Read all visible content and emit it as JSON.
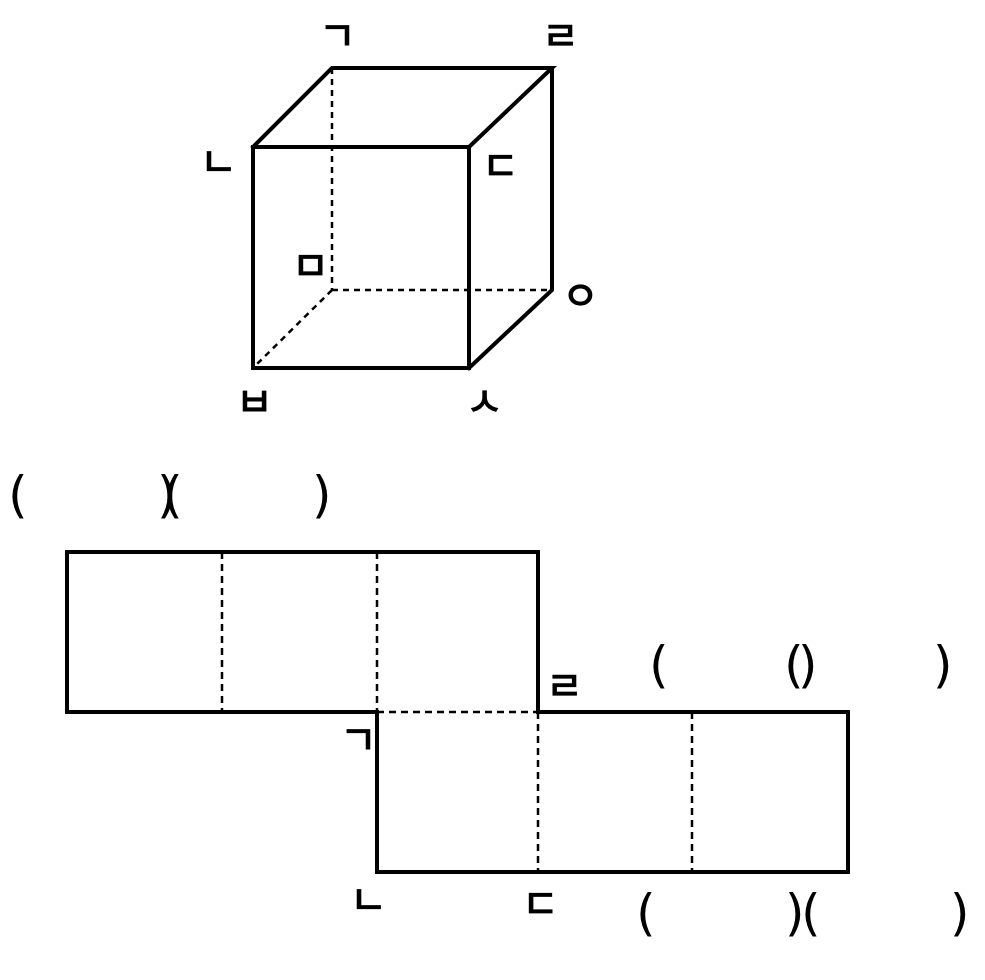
{
  "cube": {
    "vertices": {
      "top_back_left": "ㄱ",
      "top_front_left": "ㄴ",
      "top_front_right": "ㄷ",
      "top_back_right": "ㄹ",
      "bottom_back_left": "ㅁ",
      "bottom_front_left": "ㅂ",
      "bottom_front_right": "ㅅ",
      "bottom_back_right": "ㅇ"
    }
  },
  "net": {
    "vertex_labels": {
      "g": "ㄱ",
      "n": "ㄴ",
      "d": "ㄷ",
      "r": "ㄹ"
    },
    "blanks": [
      "(    )",
      "(    )",
      "(    )",
      "(    )",
      "(    )",
      "(    )"
    ]
  }
}
